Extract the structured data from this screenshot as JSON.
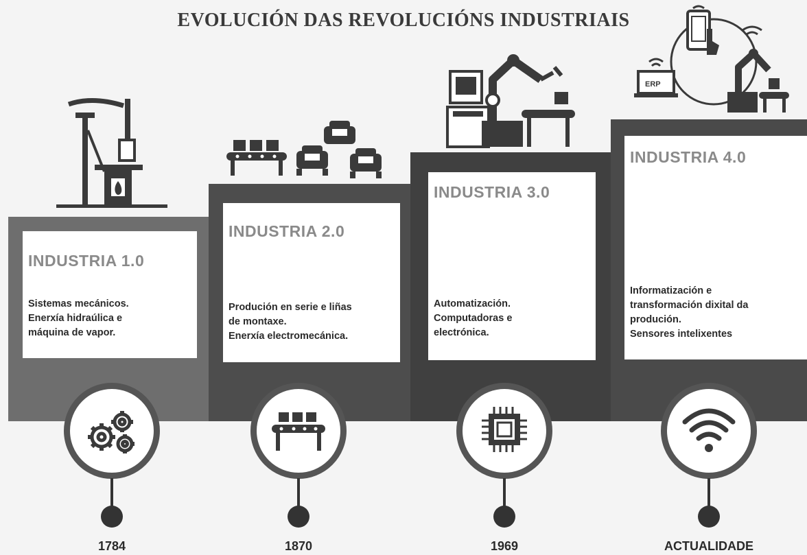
{
  "title": "EVOLUCIÓN DAS REVOLUCIÓNS INDUSTRIAIS",
  "stages": [
    {
      "name": "INDUSTRIA 1.0",
      "lines": [
        "Sistemas mecánicos.",
        "Enerxía  hidraúlica e",
        "máquina de vapor."
      ],
      "year": "1784",
      "icon": "gears-icon"
    },
    {
      "name": "INDUSTRIA 2.0",
      "lines": [
        "Produción en serie e liñas",
        "de montaxe.",
        "Enerxía electromecánica."
      ],
      "year": "1870",
      "icon": "conveyor-icon"
    },
    {
      "name": "INDUSTRIA 3.0",
      "lines": [
        "Automatización.",
        "Computadoras e",
        "electrónica."
      ],
      "year": "1969",
      "icon": "chip-icon"
    },
    {
      "name": "INDUSTRIA 4.0",
      "lines": [
        "Informatización e",
        "transformación dixital da",
        "produción.",
        "Sensores intelixentes"
      ],
      "year": "ACTUALIDADE",
      "icon": "wifi-icon"
    }
  ],
  "illustrations": {
    "stage4_label": "ERP"
  },
  "colors": {
    "block1": "#6e6e6e",
    "block2": "#4d4d4d",
    "block3": "#404040",
    "block4": "#4a4a4a",
    "title_text": "#8a8a8a"
  }
}
